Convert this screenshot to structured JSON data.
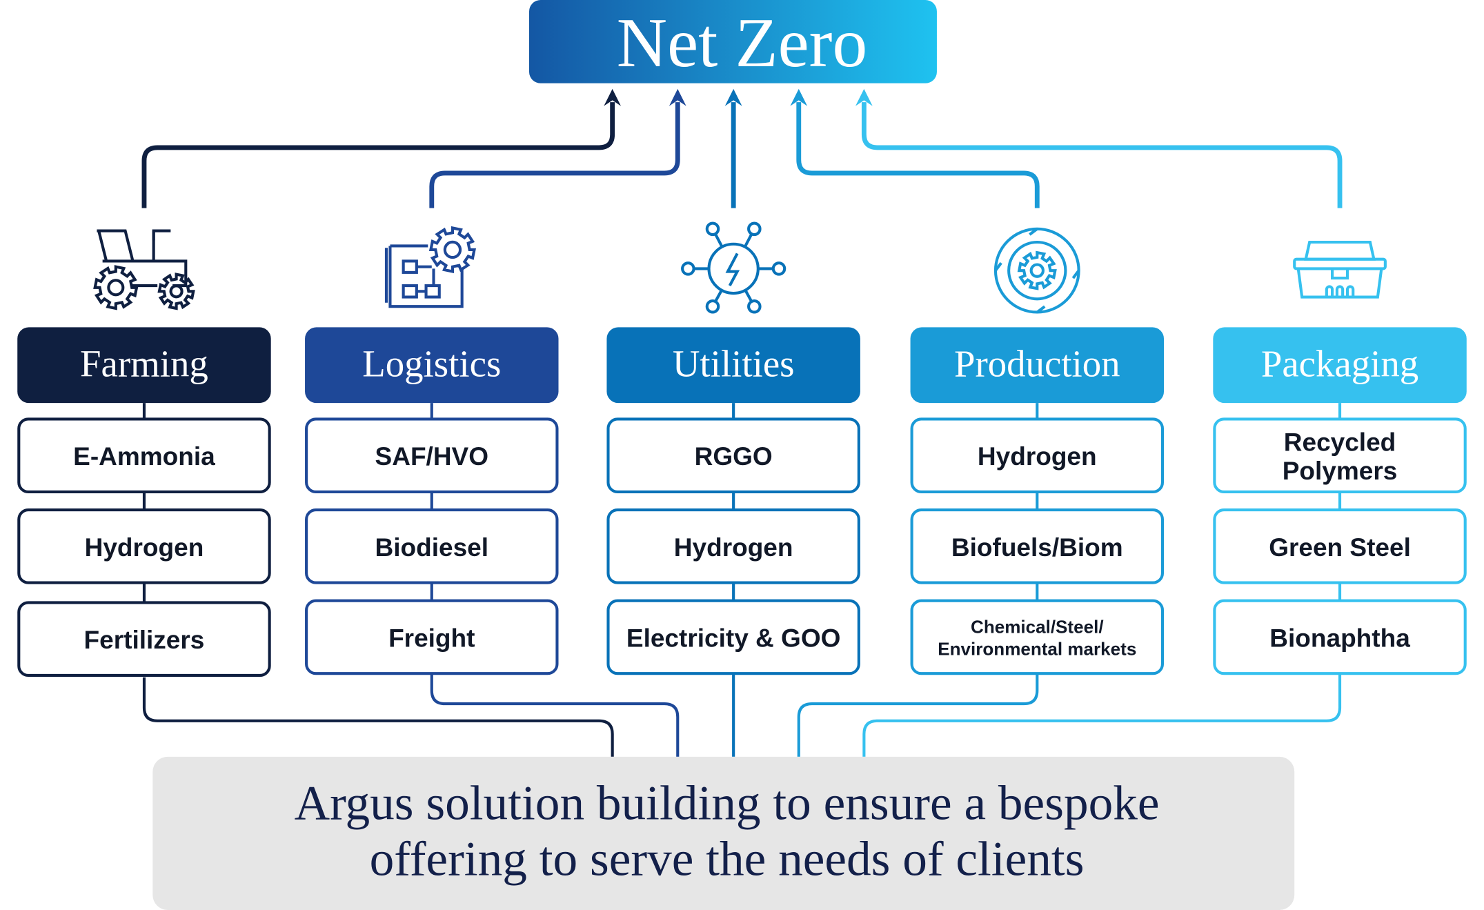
{
  "title": "Net Zero",
  "colors": {
    "title_gradient_start": "#1457a4",
    "title_gradient_end": "#1fc2f0",
    "bottom_box": "#e6e6e6",
    "bottom_text": "#13204a",
    "item_text": "#111827"
  },
  "columns": [
    {
      "label": "Farming",
      "color": "#0f1f40",
      "icon": "tractor-icon",
      "items": [
        "E-Ammonia",
        "Hydrogen",
        "Fertilizers"
      ]
    },
    {
      "label": "Logistics",
      "color": "#1e4898",
      "icon": "blueprint-gear-icon",
      "items": [
        "SAF/HVO",
        "Biodiesel",
        "Freight"
      ]
    },
    {
      "label": "Utilities",
      "color": "#0872b8",
      "icon": "energy-network-icon",
      "items": [
        "RGGO",
        "Hydrogen",
        "Electricity & GOO"
      ]
    },
    {
      "label": "Production",
      "color": "#1a9bd7",
      "icon": "cycle-gear-icon",
      "items": [
        "Hydrogen",
        "Biofuels/Biom",
        "Chemical/Steel/\nEnvironmental markets"
      ]
    },
    {
      "label": "Packaging",
      "color": "#36c1ef",
      "icon": "container-icon",
      "items": [
        "Recycled\nPolymers",
        "Green Steel",
        "Bionaphtha"
      ]
    }
  ],
  "bottom": {
    "line1": "Argus solution building to ensure a bespoke",
    "line2": "offering to serve the needs of clients"
  }
}
